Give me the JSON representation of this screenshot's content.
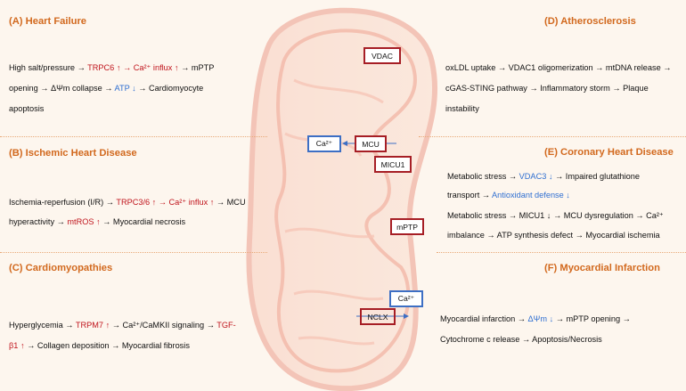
{
  "colors": {
    "accent": "#d2691e",
    "up": "#c0141c",
    "down": "#2f6fd1",
    "box_red": "#a61e25",
    "box_blue": "#3d6fc4"
  },
  "panels": {
    "a": {
      "title": "(A) Heart Failure",
      "l1": {
        "p1": "High salt/pressure → ",
        "p2": "TRPC6 ↑ → Ca²⁺ influx ↑",
        "p3": " → mPTP"
      },
      "l2": {
        "p1": "opening → ΔΨm collapse → ",
        "p2": "ATP ↓",
        "p3": " → Cardiomyocyte"
      },
      "l3": "apoptosis"
    },
    "b": {
      "title": "(B) Ischemic Heart Disease",
      "l1": {
        "p1": "Ischemia-reperfusion (I/R) → ",
        "p2": "TRPC3/6 ↑ → Ca²⁺ influx ↑",
        "p3": " → MCU"
      },
      "l2": {
        "p1": "hyperactivity → ",
        "p2": "mtROS ↑",
        "p3": " → Myocardial necrosis"
      }
    },
    "c": {
      "title": "(C) Cardiomyopathies",
      "l1": {
        "p1": "Hyperglycemia → ",
        "p2": "TRPM7 ↑",
        "p3": " → Ca²⁺/CaMKII signaling → ",
        "p4": "TGF-"
      },
      "l2": {
        "p1": "β1 ↑",
        "p2": " → Collagen deposition → Myocardial fibrosis"
      }
    },
    "d": {
      "title": "(D) Atherosclerosis",
      "l1": "oxLDL uptake → VDAC1 oligomerization → mtDNA release →",
      "l2": "cGAS-STING pathway → Inflammatory storm → Plaque",
      "l3": "instability"
    },
    "e": {
      "title": "(E) Coronary Heart Disease",
      "l1": {
        "p1": "Metabolic stress → ",
        "p2": "VDAC3 ↓",
        "p3": " → Impaired glutathione"
      },
      "l2": {
        "p1": "transport → ",
        "p2": "Antioxidant defense ↓"
      },
      "l3": "Metabolic stress → MICU1 ↓ → MCU dysregulation → Ca²⁺",
      "l4": "imbalance → ATP synthesis defect → Myocardial ischemia"
    },
    "f": {
      "title": "(F) Myocardial Infarction",
      "l1": {
        "p1": "Myocardial infarction → ",
        "p2": "ΔΨm ↓",
        "p3": " → mPTP opening →"
      },
      "l2": "Cytochrome c release → Apoptosis/Necrosis"
    }
  },
  "mito": {
    "vdac": "VDAC",
    "ca1": "Ca²⁺",
    "mcu": "MCU",
    "micu1": "MICU1",
    "mptp": "mPTP",
    "ca2": "Ca²⁺",
    "nclx": "NCLX"
  }
}
